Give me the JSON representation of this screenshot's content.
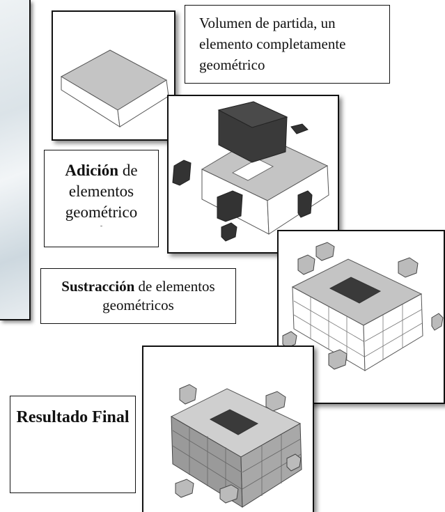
{
  "steps": [
    {
      "text": "Volumen de partida, un elemento completamente geométrico"
    },
    {
      "bold": "Adición",
      "rest": " de elementos geométrico",
      "tail": "-"
    },
    {
      "bold": "Sustracción",
      "rest": " de elementos geométricos"
    },
    {
      "bold": "Resultado Final"
    }
  ],
  "colors": {
    "frame_border": "#111111",
    "face_top": "#c4c4c4",
    "face_side": "#ffffff",
    "solid_dark": "#3a3a3a"
  }
}
